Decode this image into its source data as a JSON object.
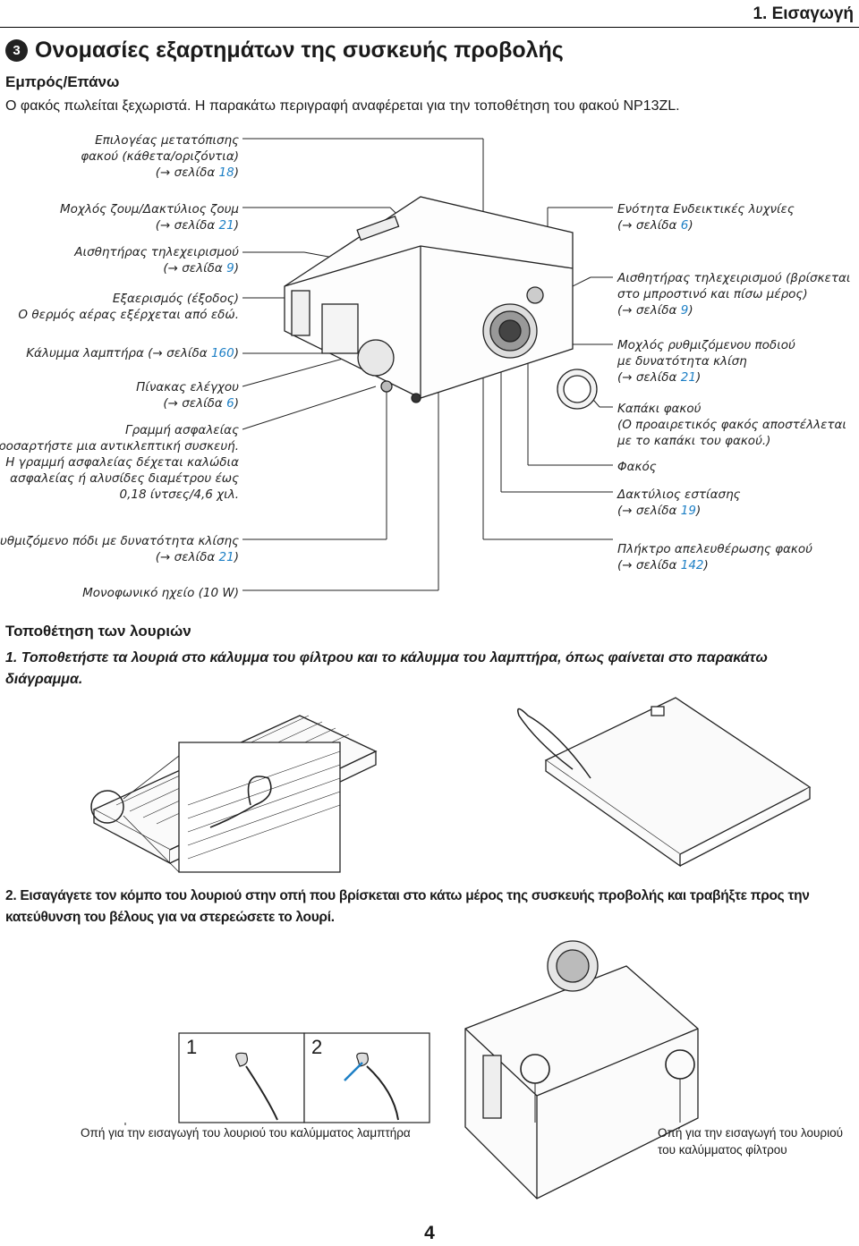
{
  "header": {
    "chapter": "1. Εισαγωγή"
  },
  "section": {
    "number": "3",
    "title": "Ονομασίες εξαρτημάτων της συσκευής προβολής",
    "subtitle": "Εμπρός/Επάνω",
    "note": "Ο φακός πωλείται ξεχωριστά. Η παρακάτω περιγραφή αναφέρεται για την τοποθέτηση του φακού NP13ZL."
  },
  "labels_left": [
    {
      "lines": [
        "Επιλογέας μετατόπισης",
        "φακού (κάθετα/οριζόντια)"
      ],
      "ref_text": "σελίδα",
      "ref_page": "18"
    },
    {
      "lines": [
        "Μοχλός ζουμ/Δακτύλιος ζουμ"
      ],
      "ref_text": "σελίδα",
      "ref_page": "21"
    },
    {
      "lines": [
        "Αισθητήρας τηλεχειρισμού"
      ],
      "ref_text": "σελίδα",
      "ref_page": "9"
    },
    {
      "lines": [
        "Εξαερισμός (έξοδος)",
        "Ο θερμός αέρας εξέρχεται από εδώ."
      ]
    },
    {
      "lines": [],
      "inline": "Κάλυμμα λαμπτήρα (",
      "ref_text": "σελίδα",
      "ref_page": "160"
    },
    {
      "lines": [
        "Πίνακας ελέγχου"
      ],
      "ref_text": "σελίδα",
      "ref_page": "6"
    },
    {
      "lines": [
        "Γραμμή ασφαλείας",
        "Προσαρτήστε μια αντικλεπτική συσκευή.",
        "Η γραμμή ασφαλείας δέχεται καλώδια",
        "ασφαλείας ή αλυσίδες διαμέτρου έως",
        "0,18 ίντσες/4,6 χιλ."
      ]
    },
    {
      "lines": [
        "Ρυθμιζόμενο πόδι με δυνατότητα κλίσης"
      ],
      "ref_text": "σελίδα",
      "ref_page": "21"
    },
    {
      "lines": [
        "Μονοφωνικό ηχείο (10 W)"
      ]
    }
  ],
  "labels_right": [
    {
      "lines": [
        "Ενότητα Ενδεικτικές λυχνίες"
      ],
      "ref_text": "σελίδα",
      "ref_page": "6"
    },
    {
      "lines": [
        "Αισθητήρας τηλεχειρισμού (βρίσκεται",
        "στο μπροστινό και πίσω μέρος)"
      ],
      "ref_text": "σελίδα",
      "ref_page": "9"
    },
    {
      "lines": [
        "Μοχλός ρυθμιζόμενου ποδιού",
        "με δυνατότητα κλίση"
      ],
      "ref_text": "σελίδα",
      "ref_page": "21"
    },
    {
      "lines": [
        "Καπάκι φακού",
        "(Ο προαιρετικός φακός αποστέλλεται",
        "με το καπάκι του φακού.)"
      ]
    },
    {
      "lines": [
        "Φακός"
      ]
    },
    {
      "lines": [
        "Δακτύλιος εστίασης"
      ],
      "ref_text": "σελίδα",
      "ref_page": "19"
    },
    {
      "lines": [
        "Πλήκτρο απελευθέρωσης φακού"
      ],
      "ref_text": "σελίδα",
      "ref_page": "142"
    }
  ],
  "straps": {
    "title": "Τοποθέτηση των λουριών",
    "step1": "1.  Τοποθετήστε τα λουριά στο κάλυμμα του φίλτρου και το κάλυμμα του λαμπτήρα, όπως φαίνεται στο παρακάτω διάγραμμα.",
    "step2": "2.  Εισαγάγετε τον κόμπο του λουριού στην οπή που βρίσκεται στο κάτω μέρος της συσκευής προβολής και τραβήξτε προς την κατεύθυνση του βέλους για να στερεώσετε το λουρί.",
    "inset1": "1",
    "inset2": "2",
    "caption_left": "Οπή για την εισαγωγή του λουριού του καλύμματος λαμπτήρα",
    "caption_right_1": "Οπή για την εισαγωγή του λουριού",
    "caption_right_2": "του καλύμματος φίλτρου"
  },
  "page_number": "4"
}
